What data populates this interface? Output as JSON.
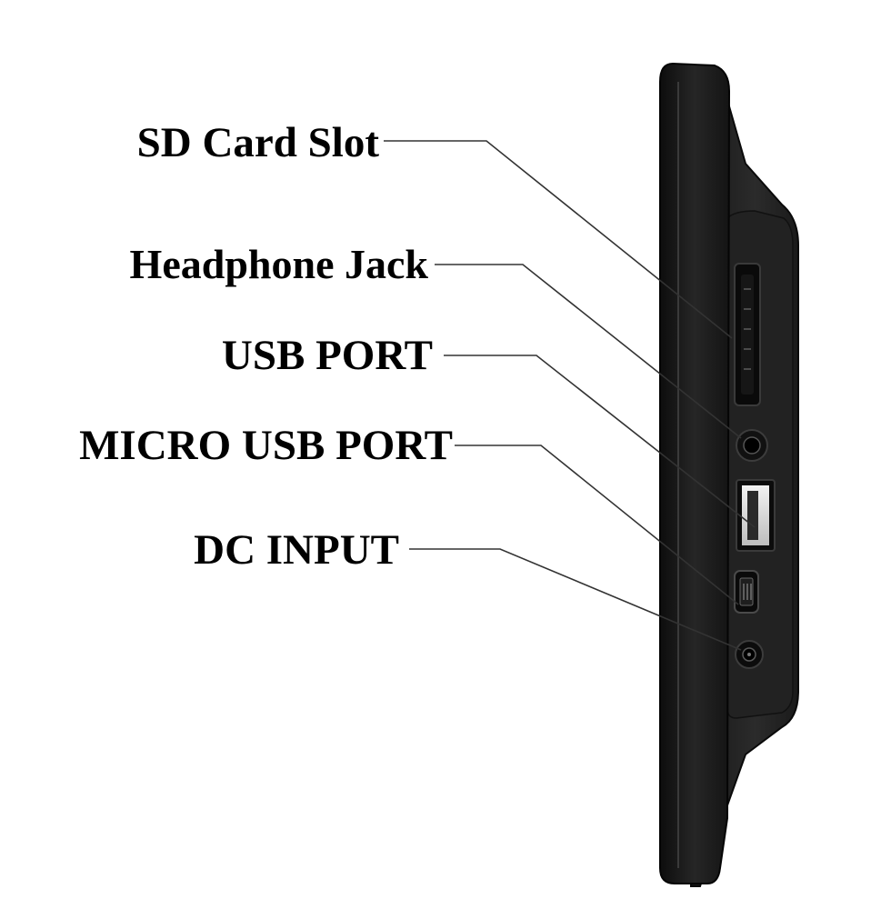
{
  "labels": {
    "sd_card_slot": "SD Card Slot",
    "headphone_jack": "Headphone Jack",
    "usb_port": "USB PORT",
    "micro_usb_port": "MICRO USB PORT",
    "dc_input": "DC INPUT"
  },
  "colors": {
    "background": "#ffffff",
    "text": "#000000",
    "device_body": "#1c1c1c",
    "device_edge": "#2a2a2a",
    "leader_line": "#333333",
    "usb_port_inner": "#e8e8e8"
  }
}
